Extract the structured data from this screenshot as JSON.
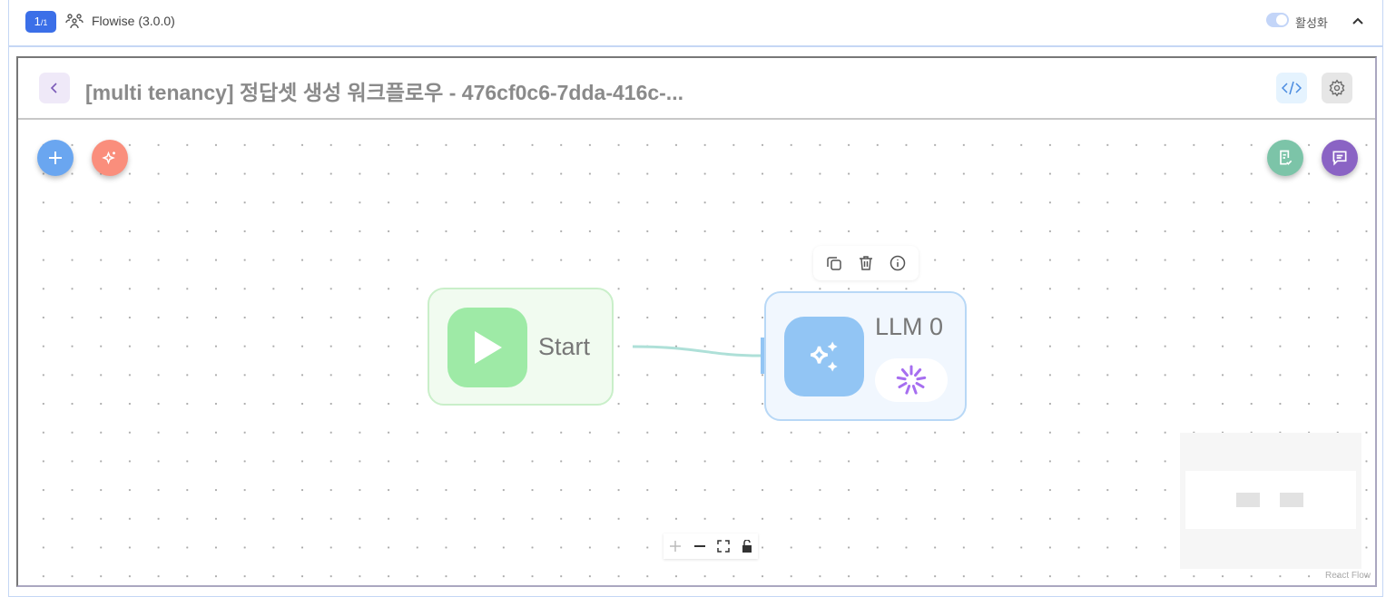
{
  "header": {
    "badge_main": "1",
    "badge_sub": "/1",
    "app_name": "Flowise (3.0.0)",
    "toggle_label": "활성화",
    "toggle_on": true
  },
  "flow": {
    "title": "[multi tenancy] 정답셋 생성 워크플로우 - 476cf0c6-7dda-416c-..."
  },
  "nodes": {
    "start_label": "Start",
    "llm_label": "LLM 0"
  },
  "attribution": "React Flow",
  "colors": {
    "accent": "#3b6fe8",
    "start": "#9eeaa6",
    "llm": "#92c5f4",
    "add_fab": "#6aa6f0",
    "ai_fab": "#fa8e7c",
    "validate_fab": "#7cc4a8",
    "chat_fab": "#8a63c4"
  }
}
